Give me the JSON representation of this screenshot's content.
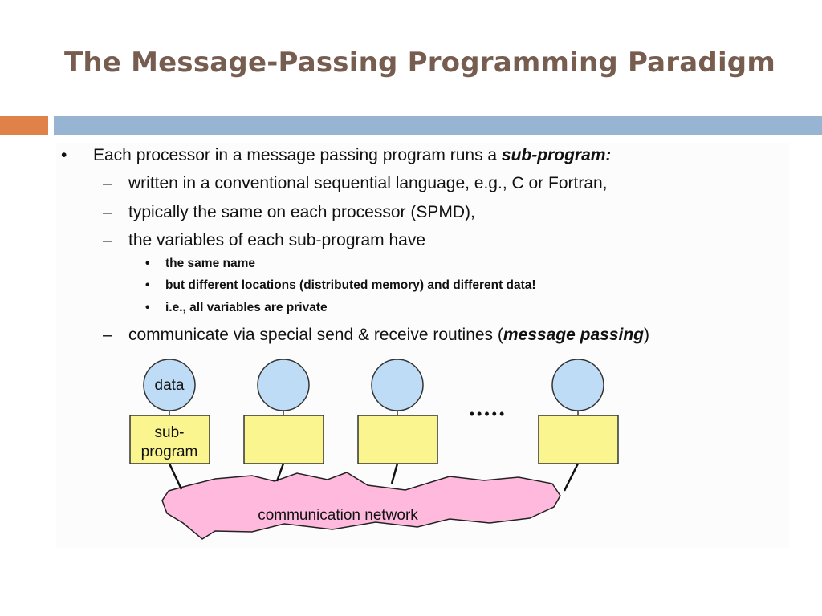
{
  "title": "The Message-Passing Programming Paradigm",
  "bullets": {
    "main": {
      "marker": "•",
      "text": "Each processor in a message passing program runs a ",
      "emph": "sub-program:"
    },
    "sub1": {
      "marker": "–",
      "text": "written in a conventional sequential language, e.g., C or Fortran,"
    },
    "sub2": {
      "marker": "–",
      "text": "typically the same on each processor (SPMD),"
    },
    "sub3": {
      "marker": "–",
      "text": "the variables of each sub-program have"
    },
    "subsub": [
      {
        "marker": "•",
        "text": "the same name"
      },
      {
        "marker": "•",
        "text": "but different locations (distributed memory) and different data!"
      },
      {
        "marker": "•",
        "text": "i.e., all variables are private"
      }
    ],
    "sub4": {
      "marker": "–",
      "text_before": "communicate via special send & receive routines (",
      "emph": "message passing",
      "text_after": ")"
    }
  },
  "diagram": {
    "data_label": "data",
    "subprogram_label_line1": "sub-",
    "subprogram_label_line2": "program",
    "ellipsis": "•••••",
    "network_label": "communication network",
    "colors": {
      "circle_fill": "#bfdcf7",
      "box_fill": "#fbf58f",
      "network_fill": "#ffb9dd"
    }
  }
}
